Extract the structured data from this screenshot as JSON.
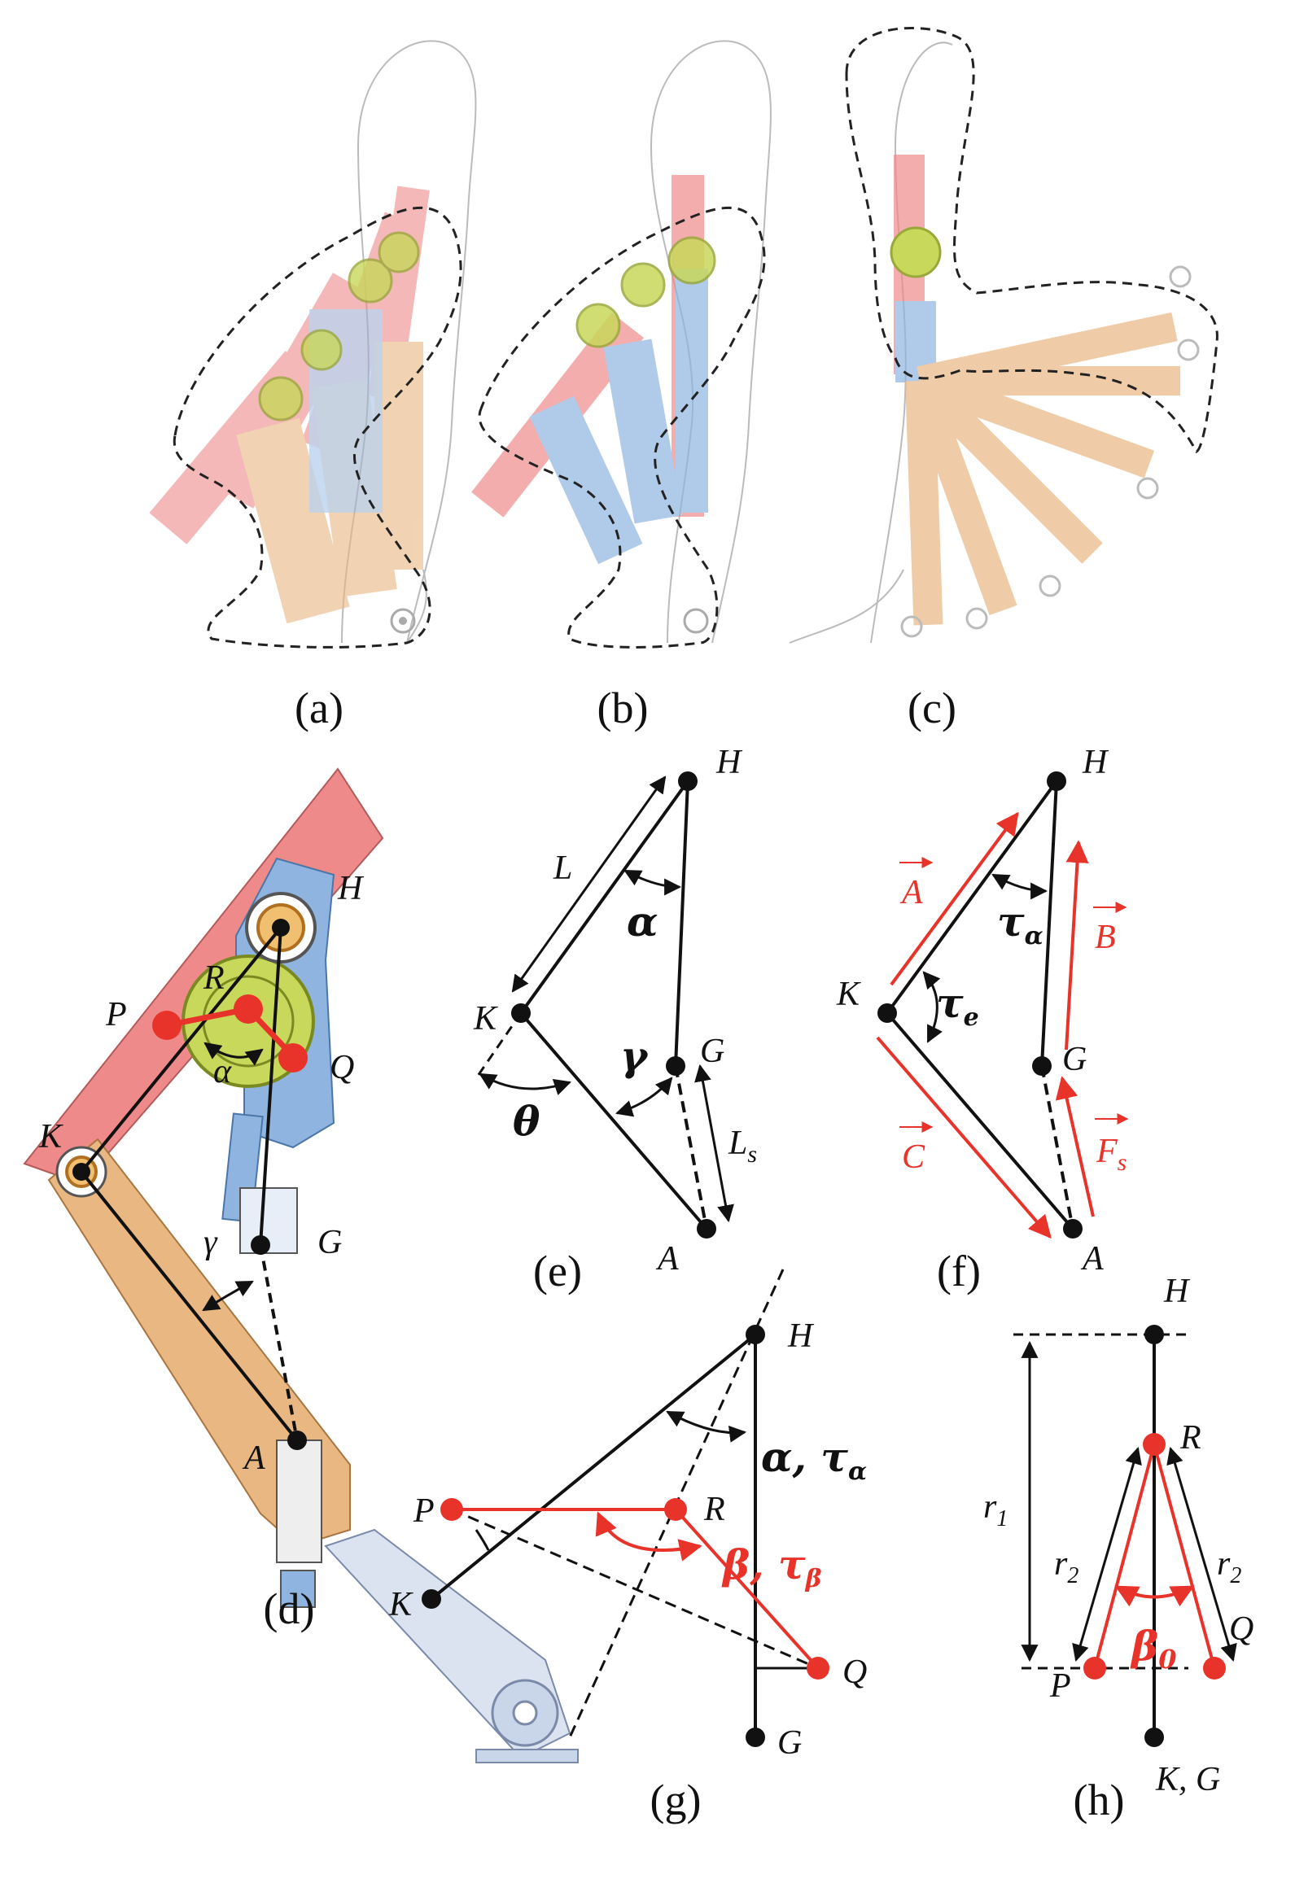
{
  "panels": {
    "a": "(a)",
    "b": "(b)",
    "c": "(c)",
    "d": "(d)",
    "e": "(e)",
    "f": "(f)",
    "g": "(g)",
    "h": "(h)"
  },
  "labels": {
    "H": "H",
    "K": "K",
    "G": "G",
    "A": "A",
    "P": "P",
    "Q": "Q",
    "R": "R",
    "KG": "K, G",
    "L": "L",
    "Ls_main": "L",
    "Ls_sub": "s",
    "alpha": "α",
    "gamma": "γ",
    "theta": "θ",
    "tau_alpha_main": "τ",
    "tau_alpha_sub": "α",
    "tau_e_main": "τ",
    "tau_e_sub": "e",
    "vecA": "A",
    "vecB": "B",
    "vecC": "C",
    "vecFs_main": "F",
    "vecFs_sub": "s",
    "alpha_tau_alpha": "α, τ",
    "alpha_tau_alpha_sub": "α",
    "beta_tau_beta": "β, τ",
    "beta_tau_beta_sub": "β",
    "r1_main": "r",
    "r1_sub": "1",
    "r2_main": "r",
    "r2_sub": "2",
    "beta0_main": "β",
    "beta0_sub": "0"
  },
  "colors": {
    "red": "#e8332a",
    "thigh": "#ef8a8a",
    "hip_blue": "#8fb4e0",
    "shank": "#e8b782",
    "gear": "#c8d85a",
    "foot": "#c9d6ea",
    "black": "#111111"
  }
}
